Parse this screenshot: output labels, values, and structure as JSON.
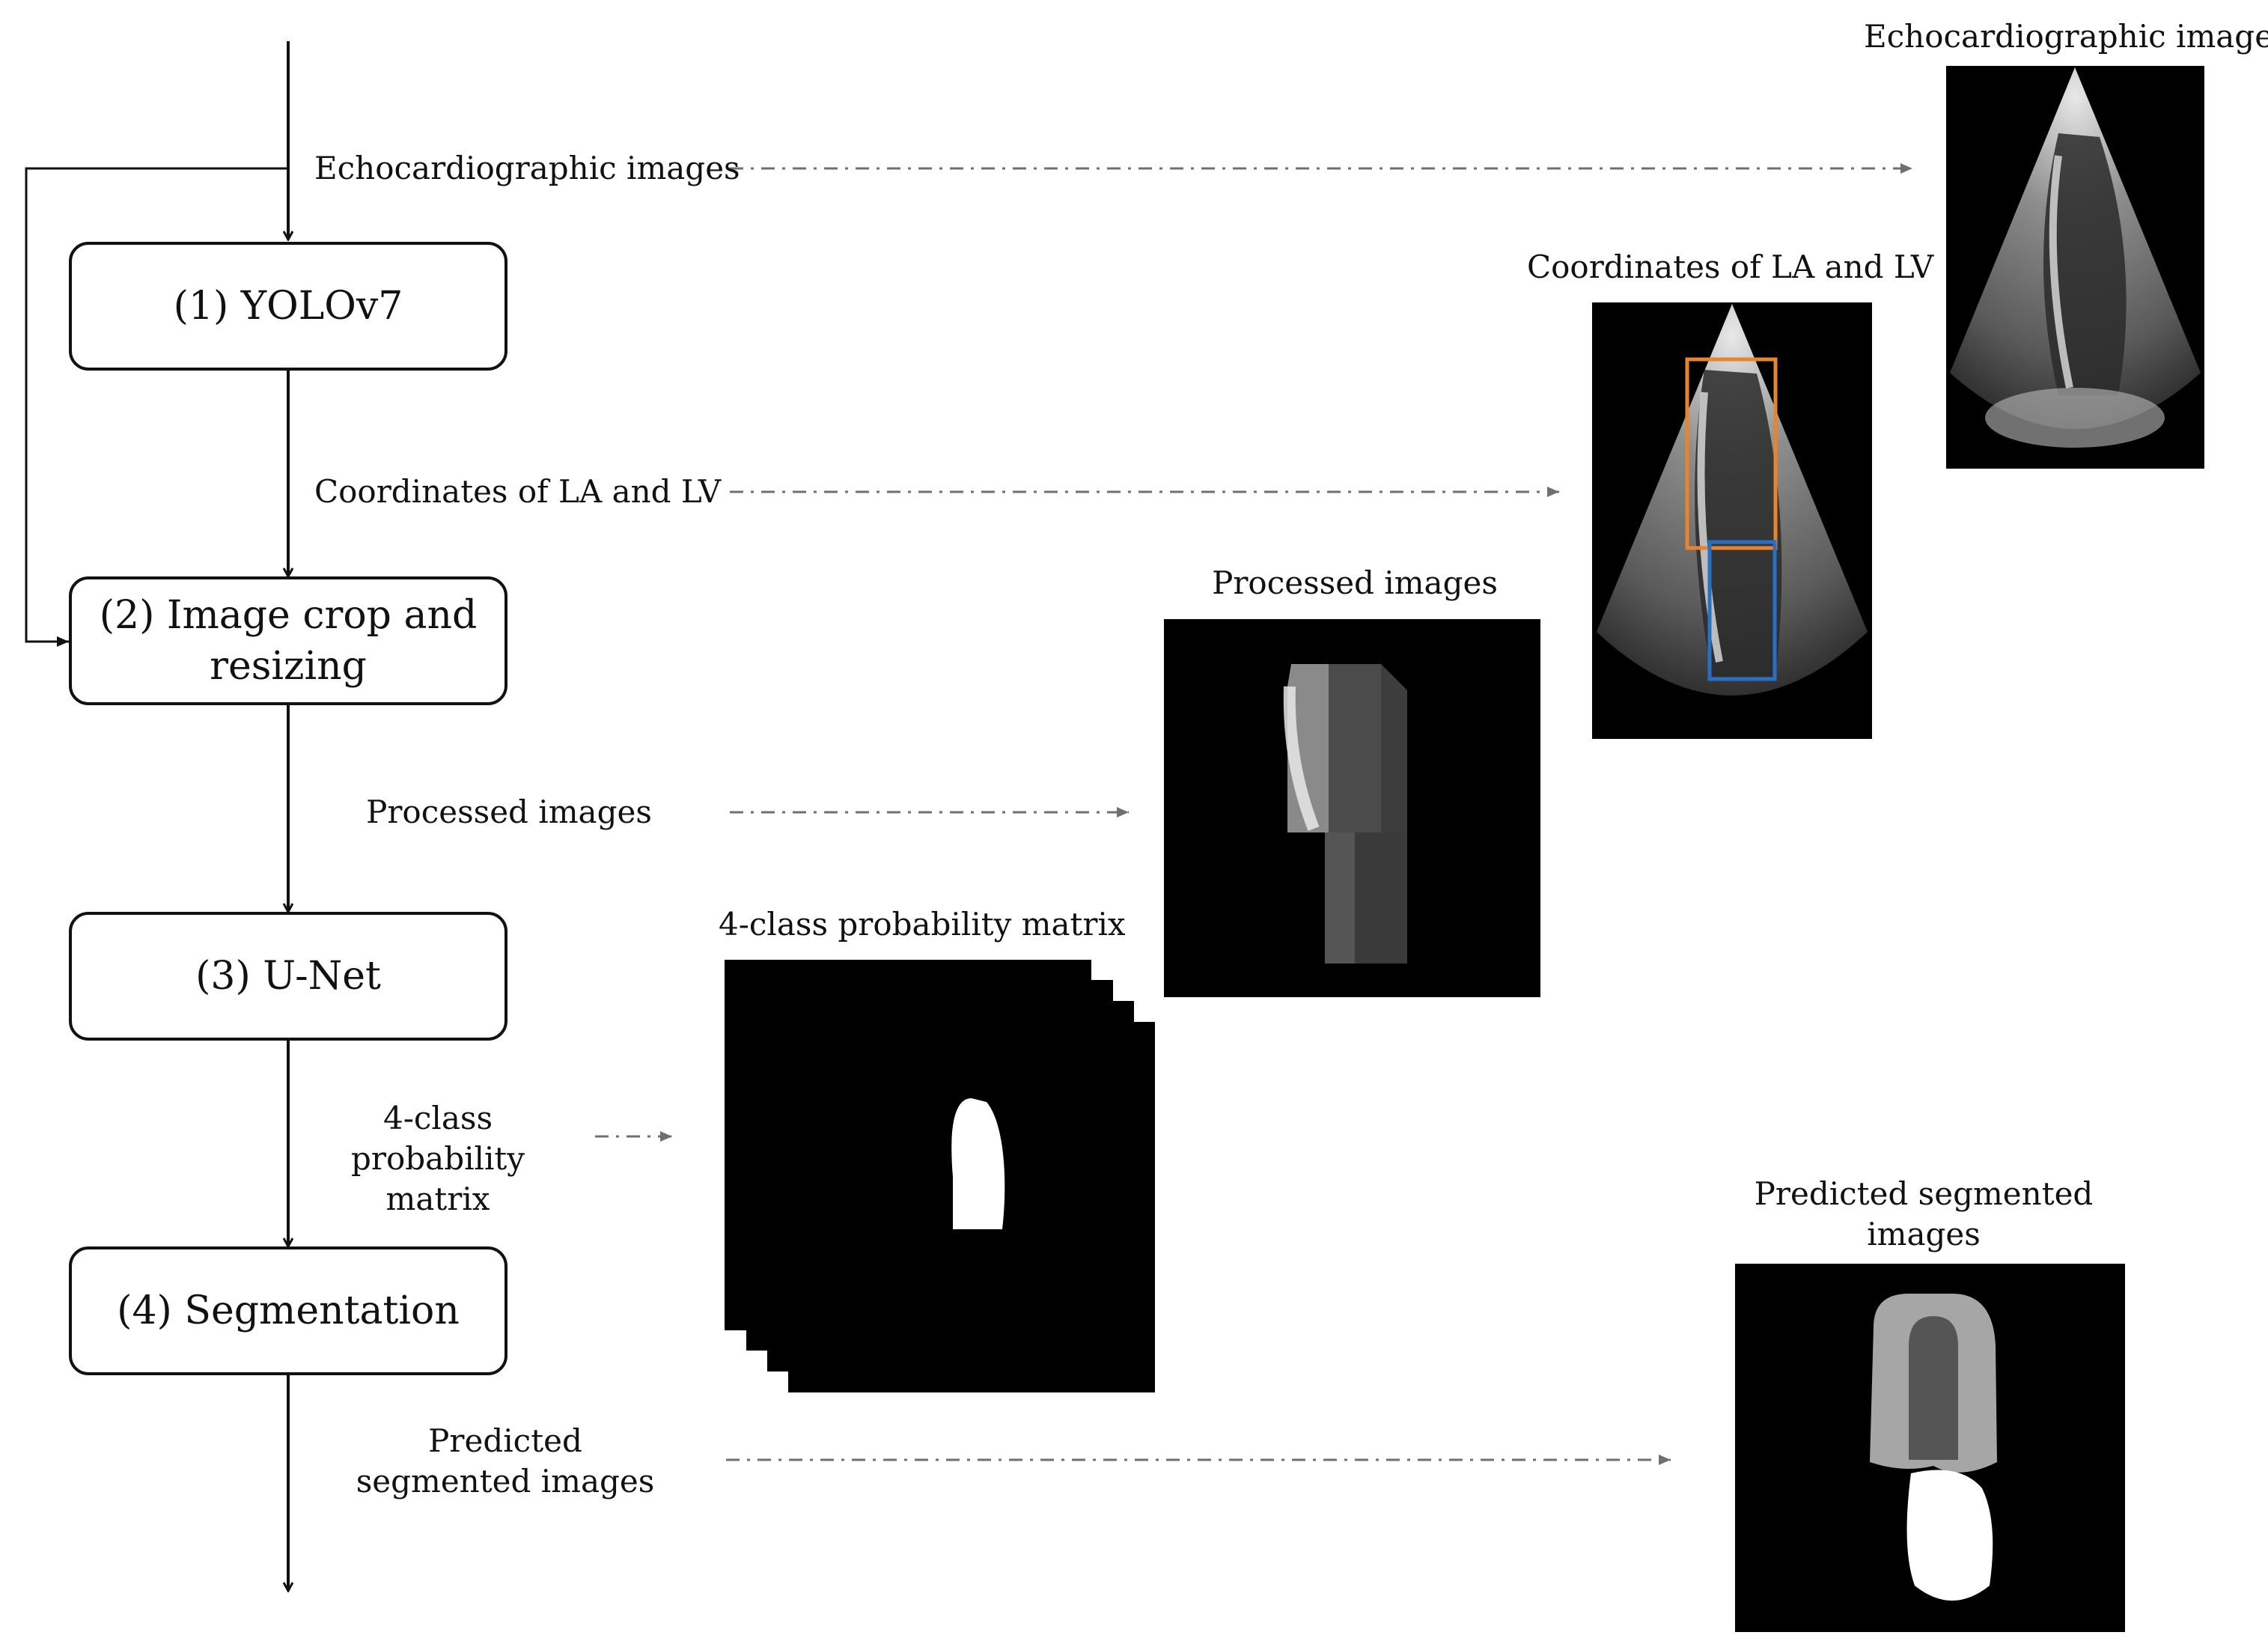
{
  "flow": {
    "steps": [
      {
        "id": "yolo",
        "label": "(1) YOLOv7"
      },
      {
        "id": "crop",
        "label": "(2) Image crop and resizing"
      },
      {
        "id": "unet",
        "label": "(3) U-Net"
      },
      {
        "id": "seg",
        "label": "(4) Segmentation"
      }
    ],
    "edge_labels": {
      "echo": "Echocardiographic images",
      "coords": "Coordinates of LA and LV",
      "processed": "Processed images",
      "prob": "4-class probability matrix",
      "pred": "Predicted segmented images"
    }
  },
  "thumbnails": {
    "echo": {
      "caption": "Echocardiographic images"
    },
    "coords": {
      "caption": "Coordinates of LA and LV",
      "la_box_color": "#e8842f",
      "lv_box_color": "#2a6fc0"
    },
    "processed": {
      "caption": "Processed images"
    },
    "prob": {
      "caption": "4-class probability matrix"
    },
    "pred": {
      "caption": "Predicted segmented images",
      "colors": {
        "myocardium": "#a6a6a6",
        "lv_cavity": "#555555",
        "la": "#ffffff"
      }
    }
  },
  "colors": {
    "line": "#111111",
    "dashed": "#707070",
    "image_bg": "#000000"
  }
}
